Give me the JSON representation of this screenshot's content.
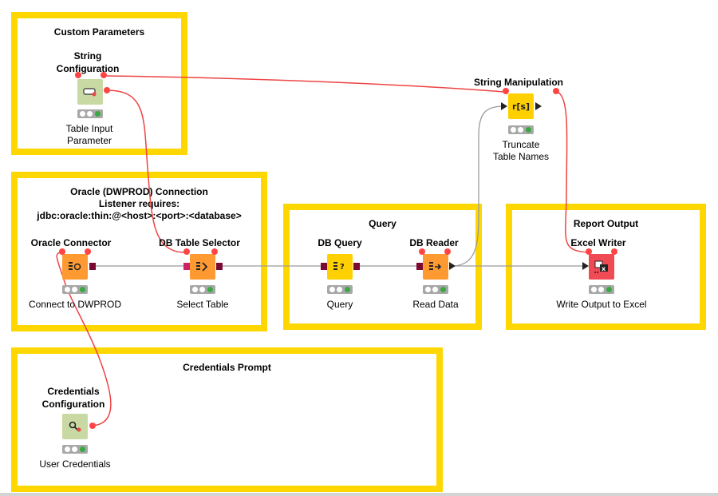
{
  "colors": {
    "annotation_border": "#ffd700",
    "connection_red": "#ee4444",
    "connection_gray": "#9a9a9a",
    "config_node": "#c8d9a3",
    "db_node": "#ff9a33",
    "manipulator_node": "#ffd000",
    "writer_node": "#f04a55",
    "port_db": "#7a0a32",
    "port_flow": "#ff4444"
  },
  "annotations": [
    {
      "id": "custom-parameters",
      "title": "Custom Parameters"
    },
    {
      "id": "oracle-connection",
      "title": "Oracle (DWPROD) Connection\nListener requires:\njdbc:oracle:thin:@<host>:<port>:<database>"
    },
    {
      "id": "query",
      "title": "Query"
    },
    {
      "id": "report-output",
      "title": "Report Output"
    },
    {
      "id": "credentials-prompt",
      "title": "Credentials Prompt"
    }
  ],
  "nodes": [
    {
      "id": "string-configuration",
      "title": "String\nConfiguration",
      "label": "Table Input\nParameter",
      "icon": "string-config-icon"
    },
    {
      "id": "string-manipulation",
      "title": "String Manipulation",
      "label": "Truncate\nTable Names",
      "icon": "string-manipulation-icon",
      "glyph": "r[s]"
    },
    {
      "id": "oracle-connector",
      "title": "Oracle Connector",
      "label": "Connect to DWPROD",
      "icon": "db-connector-icon"
    },
    {
      "id": "db-table-selector",
      "title": "DB Table Selector",
      "label": "Select Table",
      "icon": "db-table-selector-icon"
    },
    {
      "id": "db-query",
      "title": "DB Query",
      "label": "Query",
      "icon": "db-query-icon"
    },
    {
      "id": "db-reader",
      "title": "DB Reader",
      "label": "Read Data",
      "icon": "db-reader-icon"
    },
    {
      "id": "excel-writer",
      "title": "Excel Writer",
      "label": "Write Output to Excel",
      "icon": "excel-writer-icon"
    },
    {
      "id": "credentials-configuration",
      "title": "Credentials\nConfiguration",
      "label": "User Credentials",
      "icon": "credentials-icon"
    }
  ]
}
